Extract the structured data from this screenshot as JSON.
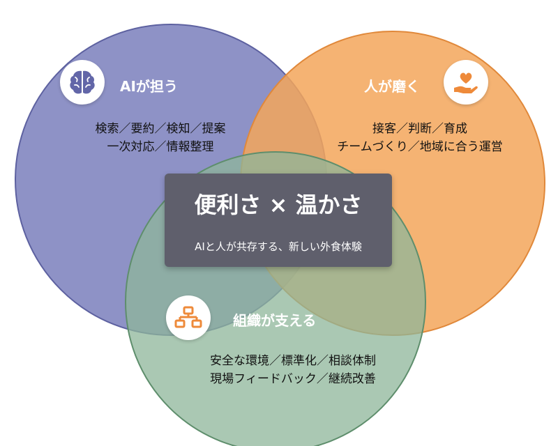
{
  "center": {
    "title": "便利さ × 温かさ",
    "subtitle": "AIと人が共存する、新しい外食体験"
  },
  "circles": [
    {
      "title": "AIが担う",
      "icon": "brain-icon",
      "color": "#7a7fbc",
      "lines": [
        "検索／要約／検知／提案",
        "一次対応／情報整理"
      ]
    },
    {
      "title": "人が磨く",
      "icon": "heart-hand-icon",
      "color": "#f3a65b",
      "lines": [
        "接客／判断／育成",
        "チームづくり／地域に合う運営"
      ]
    },
    {
      "title": "組織が支える",
      "icon": "org-chart-icon",
      "color": "#8db59a",
      "lines": [
        "安全な環境／標準化／相談体制",
        "現場フィードバック／継続改善"
      ]
    }
  ]
}
